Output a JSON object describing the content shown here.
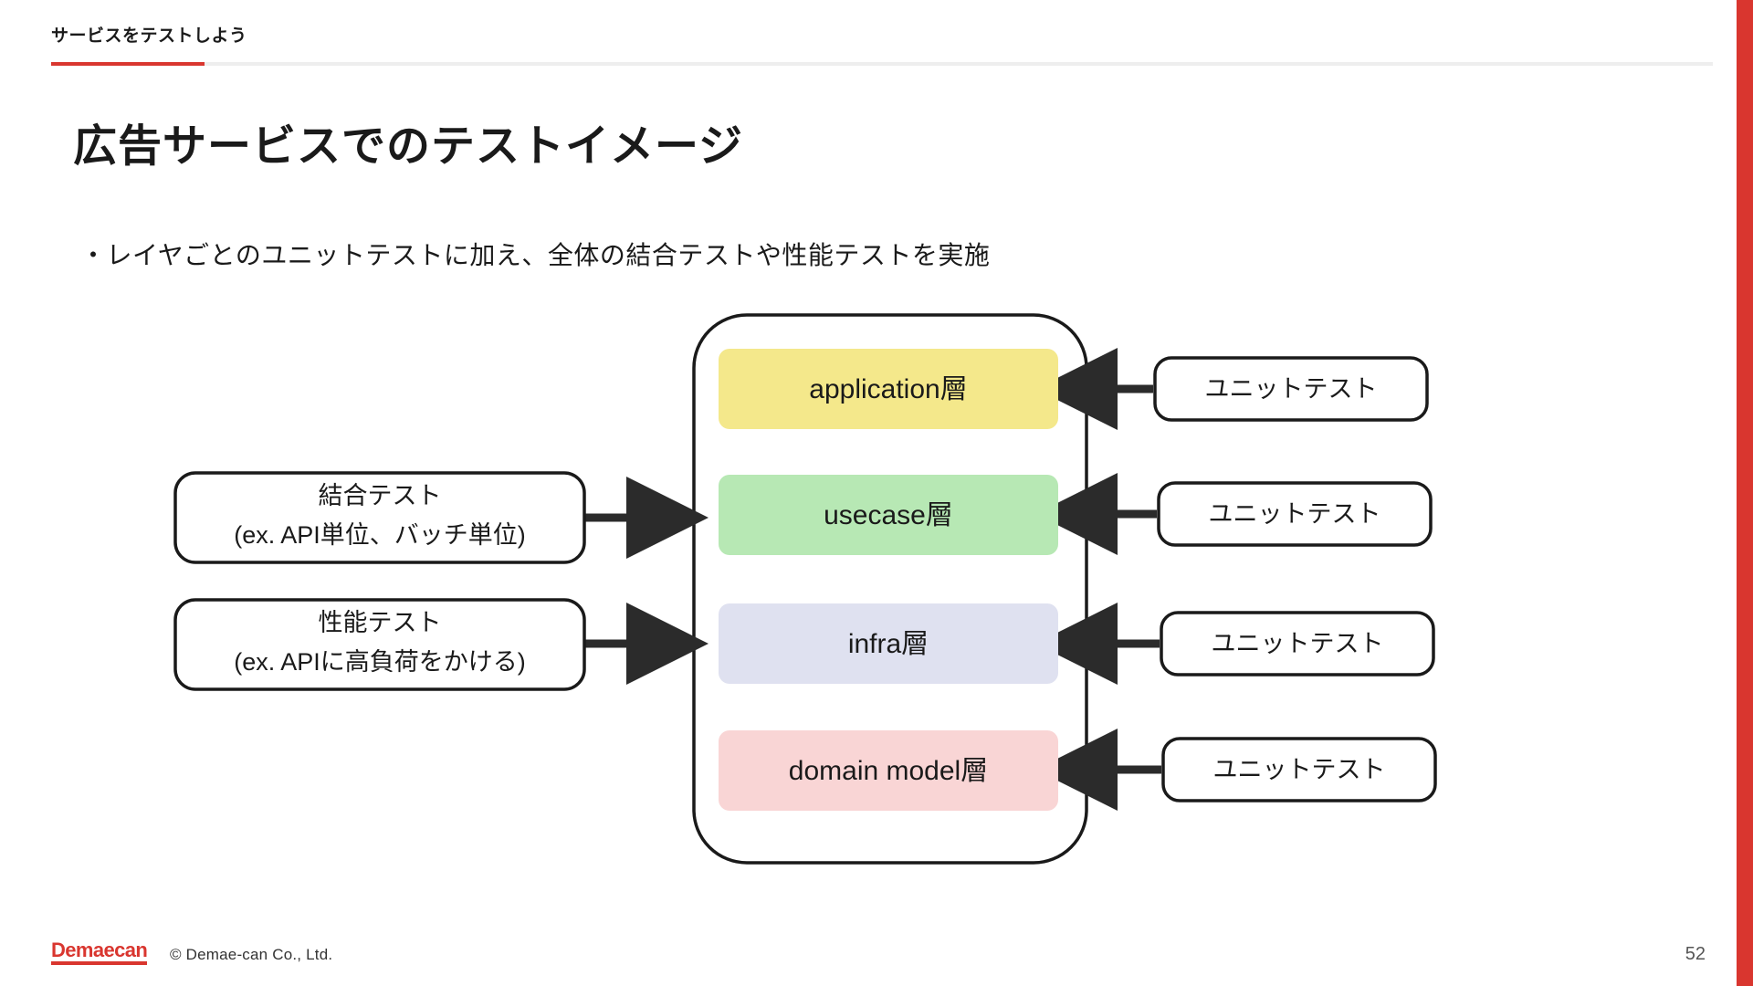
{
  "slide": {
    "kicker": "サービスをテストしよう",
    "title": "広告サービスでのテストイメージ",
    "bullet": "・レイヤごとのユニットテストに加え、全体の結合テストや性能テストを実施",
    "page_number": "52",
    "accent_color": "#d9362f"
  },
  "footer": {
    "logo": "Demaecan",
    "copyright": "© Demae-can Co., Ltd."
  },
  "diagram": {
    "layers": [
      {
        "label": "application層",
        "color": "#f4e88b"
      },
      {
        "label": "usecase層",
        "color": "#b7e8b4"
      },
      {
        "label": "infra層",
        "color": "#dfe1f0"
      },
      {
        "label": "domain model層",
        "color": "#f9d5d5"
      }
    ],
    "left_boxes": [
      {
        "line1": "結合テスト",
        "line2": "(ex. API単位、バッチ単位)",
        "target": "usecase層"
      },
      {
        "line1": "性能テスト",
        "line2": "(ex. APIに高負荷をかける)",
        "target": "infra層"
      }
    ],
    "right_boxes": [
      {
        "label": "ユニットテスト",
        "target": "application層"
      },
      {
        "label": "ユニットテスト",
        "target": "usecase層"
      },
      {
        "label": "ユニットテスト",
        "target": "infra層"
      },
      {
        "label": "ユニットテスト",
        "target": "domain model層"
      }
    ],
    "container_border_color": "#1a1a1a",
    "arrow_color": "#2b2b2b"
  }
}
